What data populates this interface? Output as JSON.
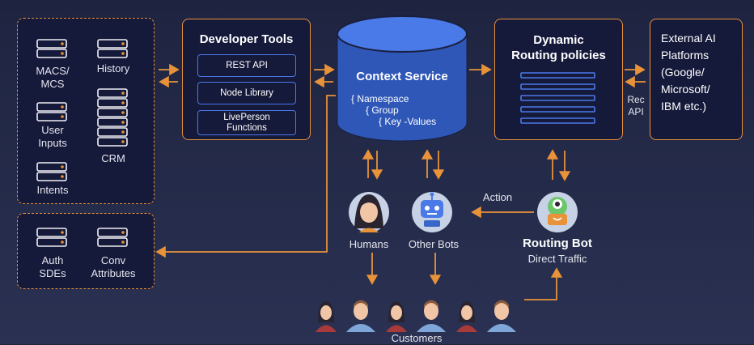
{
  "data_sources": {
    "macs": "MACS/\nMCS",
    "history": "History",
    "user_inputs": "User\nInputs",
    "crm": "CRM",
    "intents": "Intents",
    "auth": "Auth\nSDEs",
    "conv": "Conv\nAttributes"
  },
  "dev_tools": {
    "title": "Developer Tools",
    "items": [
      "REST API",
      "Node Library",
      "LivePerson\nFunctions"
    ]
  },
  "context_service": {
    "title": "Context Service",
    "line1": "{ Namespace",
    "line2": "{ Group",
    "line3": "{ Key -Values"
  },
  "routing_policies": {
    "title": "Dynamic\nRouting policies"
  },
  "external": {
    "title": "External AI\nPlatforms\n(Google/\nMicrosoft/\nIBM etc.)"
  },
  "rec_api": "Rec\nAPI",
  "action": "Action",
  "actors": {
    "humans": "Humans",
    "other_bots": "Other Bots",
    "routing_bot": "Routing Bot",
    "routing_bot_sub": "Direct Traffic",
    "customers": "Customers"
  },
  "colors": {
    "accent": "#e8923a",
    "navy": "#15193a",
    "cylinder": "#2e57b8",
    "line_blue": "#4a79e8"
  }
}
